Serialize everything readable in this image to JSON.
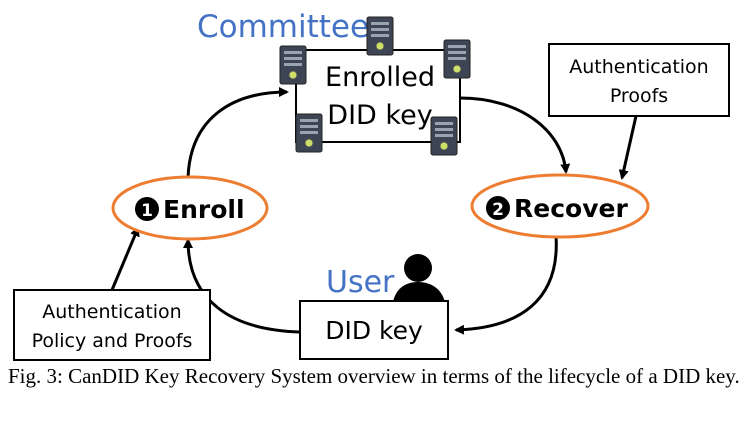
{
  "diagram": {
    "committee_label": "Committee",
    "enrolled_box_line1": "Enrolled",
    "enrolled_box_line2": "DID key",
    "enroll_step": {
      "number": "1",
      "label": "Enroll"
    },
    "recover_step": {
      "number": "2",
      "label": "Recover"
    },
    "user_label": "User",
    "user_box_label": "DID key",
    "recover_proofs_line1": "Authentication",
    "recover_proofs_line2": "Proofs",
    "enroll_policy_line1": "Authentication",
    "enroll_policy_line2": "Policy and Proofs",
    "colors": {
      "accent_blue": "#4472c4",
      "ellipse_orange": "#ed7d31"
    },
    "icons": [
      "server-icon",
      "user-icon"
    ]
  },
  "caption": "Fig. 3: CanDID Key Recovery System overview in terms of the lifecycle of a DID key."
}
